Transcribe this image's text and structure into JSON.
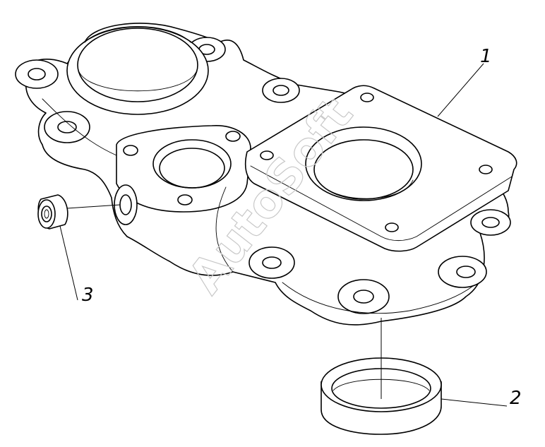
{
  "callouts": [
    {
      "id": "1",
      "label": "1"
    },
    {
      "id": "2",
      "label": "2"
    },
    {
      "id": "3",
      "label": "3"
    }
  ],
  "watermark": "AutoSoft",
  "colors": {
    "line": "#000000",
    "background": "#ffffff",
    "watermark": "#c8c8c8"
  }
}
